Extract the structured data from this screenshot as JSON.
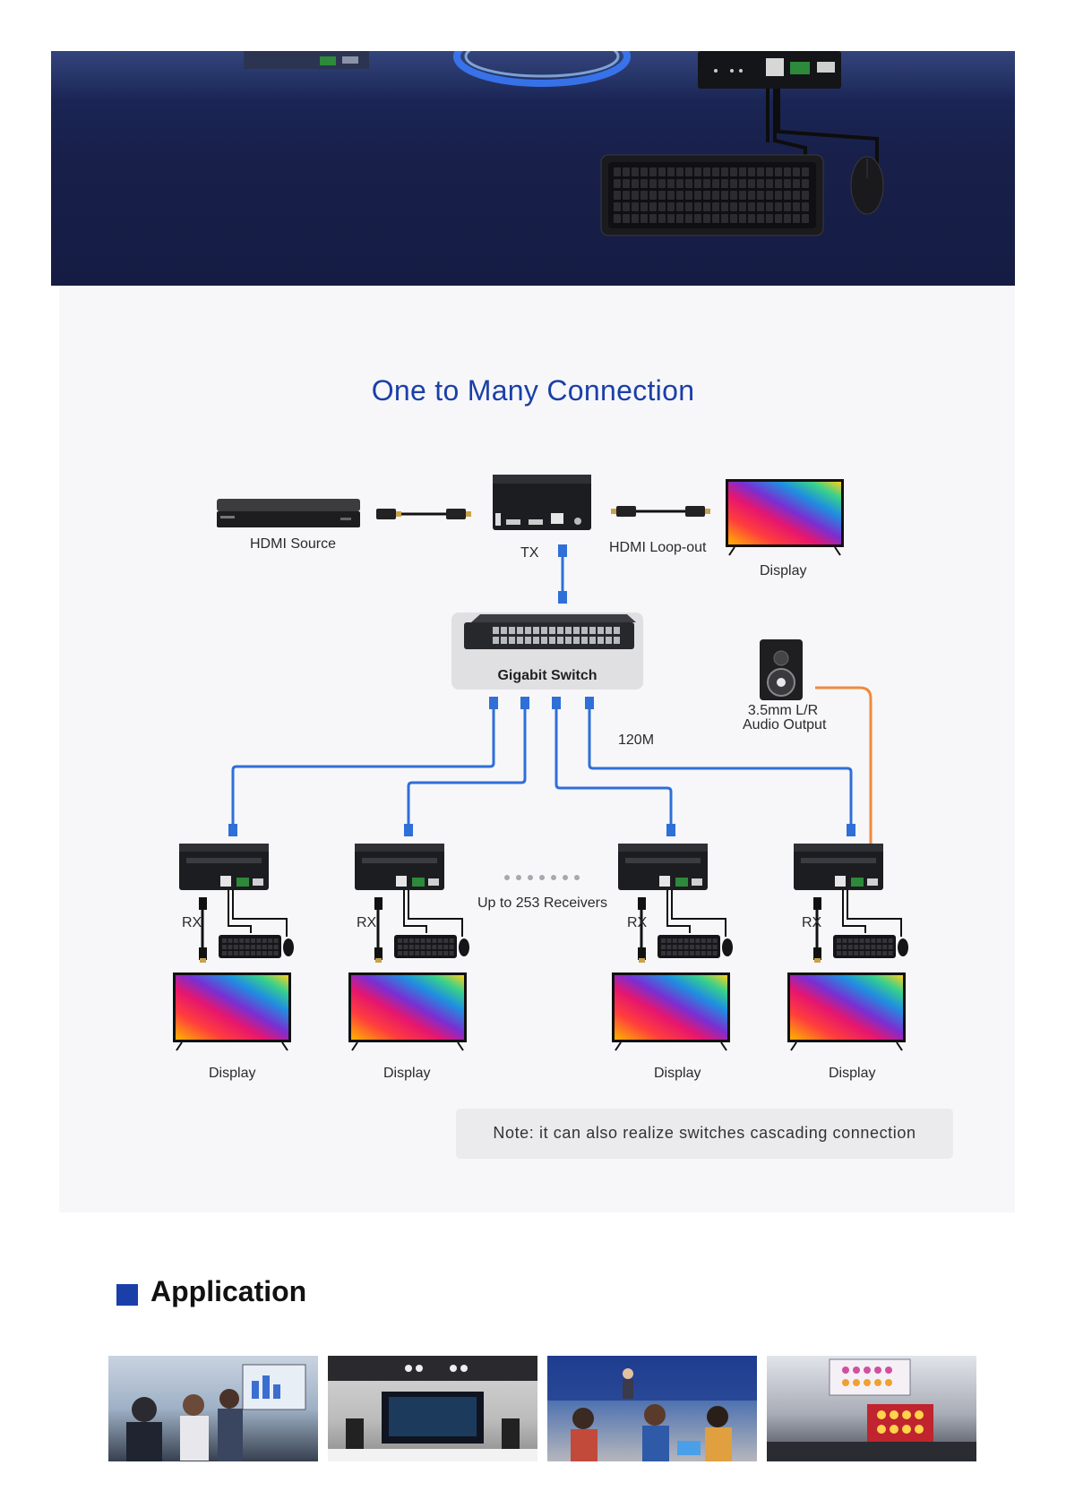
{
  "diagram": {
    "title": "One to Many Connection",
    "labels": {
      "hdmi_source": "HDMI Source",
      "tx": "TX",
      "hdmi_loop_out": "HDMI Loop-out",
      "display_top": "Display",
      "gigabit_switch": "Gigabit Switch",
      "audio_output_line1": "3.5mm L/R",
      "audio_output_line2": "Audio Output",
      "cable_length": "120M",
      "receivers_count": "Up to 253 Receivers",
      "rx": "RX",
      "display": "Display"
    },
    "receivers": [
      {
        "rx_label": "RX",
        "display_label": "Display"
      },
      {
        "rx_label": "RX",
        "display_label": "Display"
      },
      {
        "rx_label": "RX",
        "display_label": "Display"
      },
      {
        "rx_label": "RX",
        "display_label": "Display"
      }
    ],
    "note": "Note: it can also realize switches cascading connection"
  },
  "application": {
    "heading": "Application",
    "images": [
      {
        "icon": "office-meeting-photo"
      },
      {
        "icon": "home-theater-photo"
      },
      {
        "icon": "classroom-photo"
      },
      {
        "icon": "control-room-photo"
      }
    ]
  },
  "colors": {
    "accent_blue": "#1a3fa8",
    "banner_navy": "#18204a",
    "cable_blue": "#2f6fd8",
    "audio_cable_orange": "#f08a3c",
    "panel_gray": "#f7f7f9"
  }
}
